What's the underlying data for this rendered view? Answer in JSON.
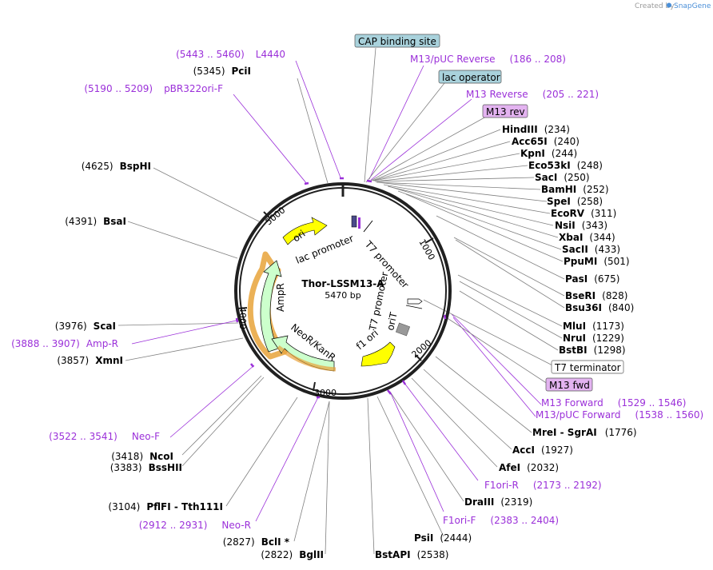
{
  "credit": {
    "prefix": "Created by",
    "brand": "SnapGene"
  },
  "plasmid": {
    "name": "Thor-LSSM13-A",
    "size": "5470 bp"
  },
  "ticks": [
    "1000",
    "2000",
    "3000",
    "4000",
    "5000"
  ],
  "features": {
    "ori": "ori",
    "lac_promoter": "lac promoter",
    "t7_promoter": "T7 promoter",
    "t7_promoter_rev": "T7 promoter",
    "oriT": "oriT",
    "f1_ori": "f1 ori",
    "AmpR": "AmpR",
    "NeoR_KanR": "NeoR/KanR"
  },
  "boxed_labels": {
    "cap_binding_site": "CAP binding site",
    "lac_operator": "lac operator",
    "m13_rev": "M13 rev",
    "t7_terminator": "T7 terminator",
    "m13_fwd": "M13 fwd"
  },
  "enzymes": {
    "HindIII": {
      "name": "HindIII",
      "pos": "(234)"
    },
    "Acc65I": {
      "name": "Acc65I",
      "pos": "(240)"
    },
    "KpnI": {
      "name": "KpnI",
      "pos": "(244)"
    },
    "Eco53kI": {
      "name": "Eco53kI",
      "pos": "(248)"
    },
    "SacI": {
      "name": "SacI",
      "pos": "(250)"
    },
    "BamHI": {
      "name": "BamHI",
      "pos": "(252)"
    },
    "SpeI": {
      "name": "SpeI",
      "pos": "(258)"
    },
    "EcoRV": {
      "name": "EcoRV",
      "pos": "(311)"
    },
    "NsiI": {
      "name": "NsiI",
      "pos": "(343)"
    },
    "XbaI": {
      "name": "XbaI",
      "pos": "(344)"
    },
    "SacII": {
      "name": "SacII",
      "pos": "(433)"
    },
    "PpuMI": {
      "name": "PpuMI",
      "pos": "(501)"
    },
    "PasI": {
      "name": "PasI",
      "pos": "(675)"
    },
    "BseRI": {
      "name": "BseRI",
      "pos": "(828)"
    },
    "Bsu36I": {
      "name": "Bsu36I",
      "pos": "(840)"
    },
    "MluI": {
      "name": "MluI",
      "pos": "(1173)"
    },
    "NruI": {
      "name": "NruI",
      "pos": "(1229)"
    },
    "BstBI": {
      "name": "BstBI",
      "pos": "(1298)"
    },
    "MreI_SgrAI": {
      "name": "MreI  -  SgrAI",
      "pos": "(1776)"
    },
    "AccI": {
      "name": "AccI",
      "pos": "(1927)"
    },
    "AfeI": {
      "name": "AfeI",
      "pos": "(2032)"
    },
    "DraIII": {
      "name": "DraIII",
      "pos": "(2319)"
    },
    "PsiI": {
      "name": "PsiI",
      "pos": "(2444)"
    },
    "BstAPI": {
      "name": "BstAPI",
      "pos": "(2538)"
    },
    "BglII": {
      "name": "BglII",
      "pos": "(2822)"
    },
    "BclI": {
      "name": "BclI *",
      "pos": "(2827)"
    },
    "PflFI_Tth111I": {
      "name": "PflFI  -  Tth111I",
      "pos": "(3104)"
    },
    "BssHII": {
      "name": "BssHII",
      "pos": "(3383)"
    },
    "NcoI": {
      "name": "NcoI",
      "pos": "(3418)"
    },
    "XmnI": {
      "name": "XmnI",
      "pos": "(3857)"
    },
    "ScaI": {
      "name": "ScaI",
      "pos": "(3976)"
    },
    "BsaI": {
      "name": "BsaI",
      "pos": "(4391)"
    },
    "BspHI": {
      "name": "BspHI",
      "pos": "(4625)"
    },
    "PciI": {
      "name": "PciI",
      "pos": "(5345)"
    }
  },
  "primers": {
    "L4440": {
      "name": "L4440",
      "range": "(5443 .. 5460)"
    },
    "pBR322ori_F": {
      "name": "pBR322ori-F",
      "range": "(5190 .. 5209)"
    },
    "M13_pUC_Reverse": {
      "name": "M13/pUC Reverse",
      "range": "(186 .. 208)"
    },
    "M13_Reverse": {
      "name": "M13 Reverse",
      "range": "(205 .. 221)"
    },
    "M13_Forward": {
      "name": "M13 Forward",
      "range": "(1529 .. 1546)"
    },
    "M13_pUC_Forward": {
      "name": "M13/pUC Forward",
      "range": "(1538 .. 1560)"
    },
    "F1ori_R": {
      "name": "F1ori-R",
      "range": "(2173 .. 2192)"
    },
    "F1ori_F": {
      "name": "F1ori-F",
      "range": "(2383 .. 2404)"
    },
    "Neo_R": {
      "name": "Neo-R",
      "range": "(2912 .. 2931)"
    },
    "Neo_F": {
      "name": "Neo-F",
      "range": "(3522 .. 3541)"
    },
    "Amp_R": {
      "name": "Amp-R",
      "range": "(3888 .. 3907)"
    }
  },
  "colors": {
    "primer": "#9b30d9",
    "ori_yellow": "#ffff00",
    "cds_green": "#ccffcc",
    "boxed_blue": "#a9d2dc",
    "boxed_purple": "#e3b3f0",
    "promoter_orange": "#e8a33a",
    "backbone": "#202020"
  }
}
